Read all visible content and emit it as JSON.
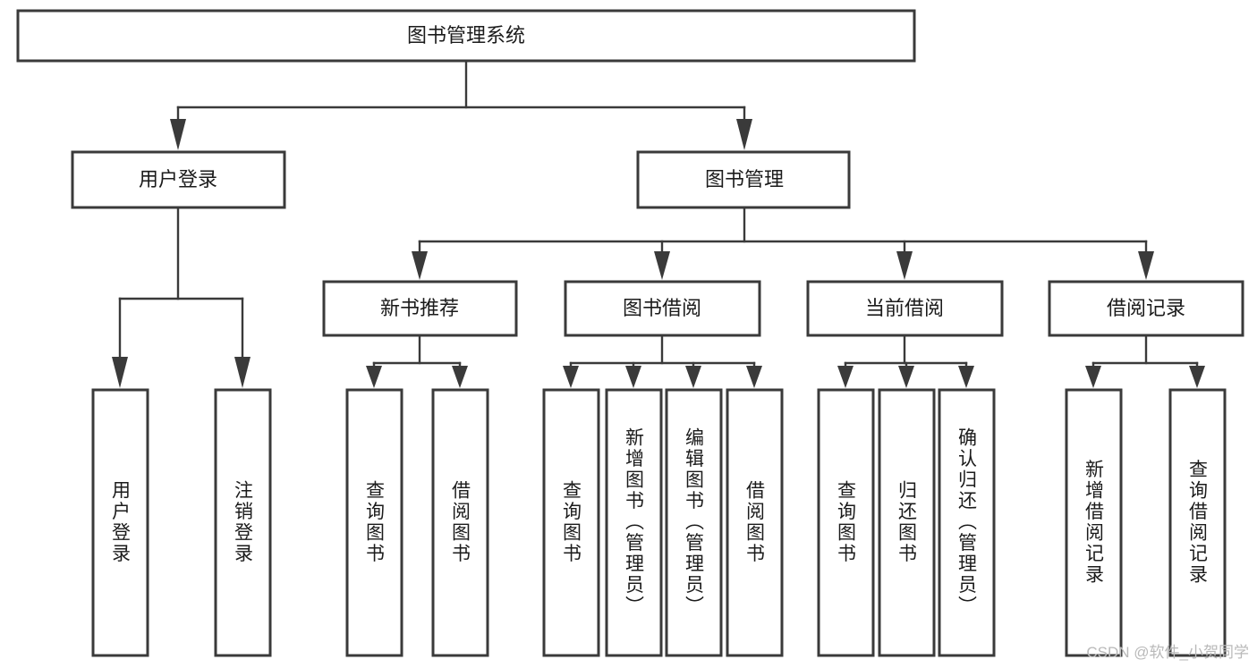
{
  "diagram": {
    "title": "图书管理系统",
    "type": "tree-hierarchy-diagram",
    "colors": {
      "box_fill": "#ffffff",
      "box_stroke": "#3a3a3a",
      "connector": "#3a3a3a",
      "label_text": "#1b1b1b",
      "watermark": "#b9b9b9",
      "background": "#ffffff"
    },
    "levels": {
      "root": {
        "label": "图书管理系统"
      },
      "level2": [
        {
          "label": "用户登录"
        },
        {
          "label": "图书管理"
        }
      ],
      "level3": [
        {
          "label": "新书推荐"
        },
        {
          "label": "图书借阅"
        },
        {
          "label": "当前借阅"
        },
        {
          "label": "借阅记录"
        }
      ],
      "leaves": [
        {
          "label": "用户登录",
          "parent": "用户登录"
        },
        {
          "label": "注销登录",
          "parent": "用户登录"
        },
        {
          "label": "查询图书",
          "parent": "新书推荐"
        },
        {
          "label": "借阅图书",
          "parent": "新书推荐"
        },
        {
          "label": "查询图书",
          "parent": "图书借阅"
        },
        {
          "label": "新增图书（管理员）",
          "parent": "图书借阅"
        },
        {
          "label": "编辑图书（管理员）",
          "parent": "图书借阅"
        },
        {
          "label": "借阅图书",
          "parent": "图书借阅"
        },
        {
          "label": "查询图书",
          "parent": "当前借阅"
        },
        {
          "label": "归还图书",
          "parent": "当前借阅"
        },
        {
          "label": "确认归还（管理员）",
          "parent": "当前借阅"
        },
        {
          "label": "新增借阅记录",
          "parent": "借阅记录"
        },
        {
          "label": "查询借阅记录",
          "parent": "借阅记录"
        }
      ]
    },
    "watermark": "CSDN @软件_小贺同学"
  }
}
